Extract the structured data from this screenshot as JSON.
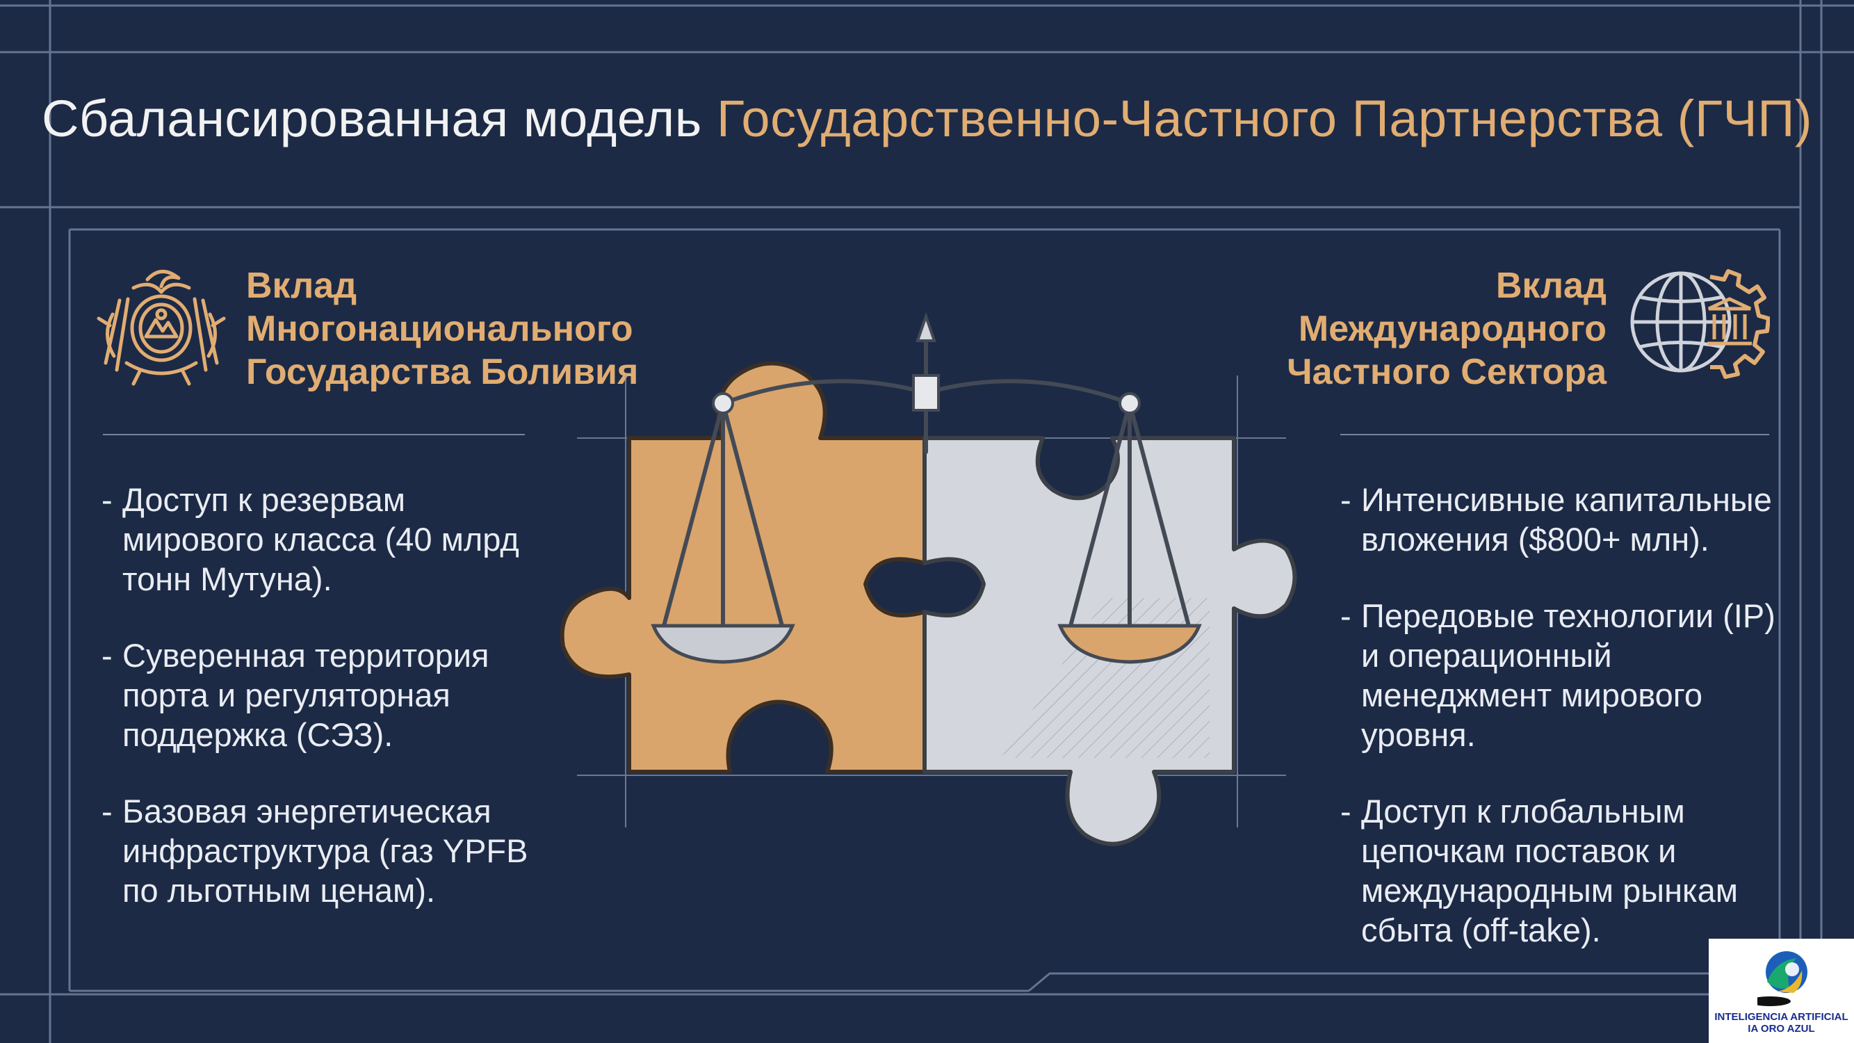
{
  "title": {
    "part1": "Сбалансированная модель ",
    "part2": "Государственно-Частного Партнерства (ГЧП)"
  },
  "left": {
    "heading": [
      "Вклад",
      "Многонационального",
      "Государства Боливия"
    ],
    "icon": "bolivia-coat-of-arms-icon",
    "bullets": [
      "Доступ к резервам мирового класса (40 млрд тонн Мутуна).",
      "Суверенная территория порта и регуляторная поддержка (СЭЗ).",
      "Базовая энергетическая инфраструктура (газ YPFB по льготным ценам)."
    ]
  },
  "right": {
    "heading": [
      "Вклад",
      "Международного",
      "Частного Сектора"
    ],
    "icon": "globe-gear-icon",
    "bullets": [
      "Интенсивные капитальные вложения ($800+ млн).",
      "Передовые технологии (IP) и операционный менеджмент мирового уровня.",
      "Доступ к глобальным цепочкам поставок и международным рынкам сбыта (off-take)."
    ]
  },
  "center": {
    "icon": "puzzle-scales-icon"
  },
  "logo": {
    "line1": "INTELIGENCIA ARTIFICIAL",
    "line2": "IA ORO AZUL"
  },
  "colors": {
    "background": "#1c2a46",
    "accent": "#e1ad72",
    "text": "#e9ecf2",
    "gold_piece": "#d9a56c",
    "silver_piece": "#d3d6dc"
  }
}
